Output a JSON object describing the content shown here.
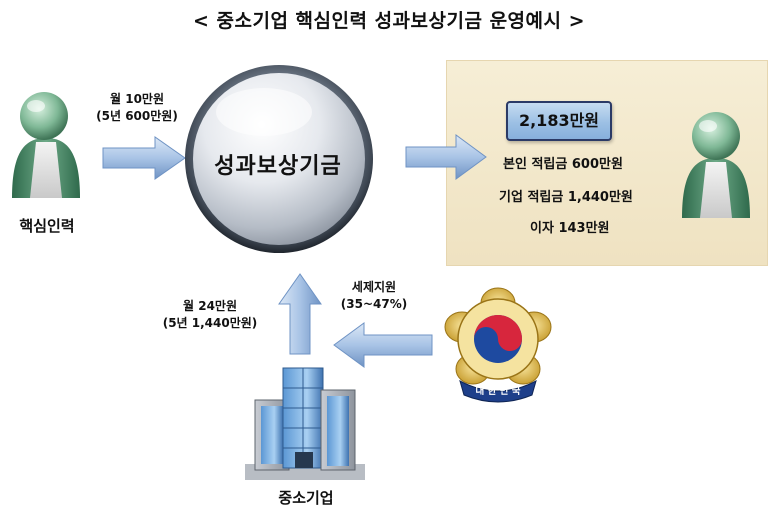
{
  "title": "< 중소기업 핵심인력 성과보상기금 운영예시 >",
  "core_talent": {
    "label": "핵심인력"
  },
  "contribution": {
    "line1": "월 10만원",
    "line2": "(5년 600만원)"
  },
  "fund": {
    "label": "성과보상기금"
  },
  "result": {
    "total": "2,183만원",
    "items": [
      "본인 적립금 600만원",
      "기업 적립금 1,440만원",
      "이자 143만원"
    ]
  },
  "sme_contribution": {
    "line1": "월 24만원",
    "line2": "(5년 1,440만원)"
  },
  "tax_support": {
    "line1": "세제지원",
    "line2": "(35~47%)"
  },
  "government": {
    "emblem_text": "대 한 민 국"
  },
  "sme": {
    "label": "중소기업"
  },
  "colors": {
    "arrow": "#a9c4e6",
    "panel": "#f3e8cb",
    "amount_box": "#9cc0e4",
    "person": "#5f9a7a"
  }
}
